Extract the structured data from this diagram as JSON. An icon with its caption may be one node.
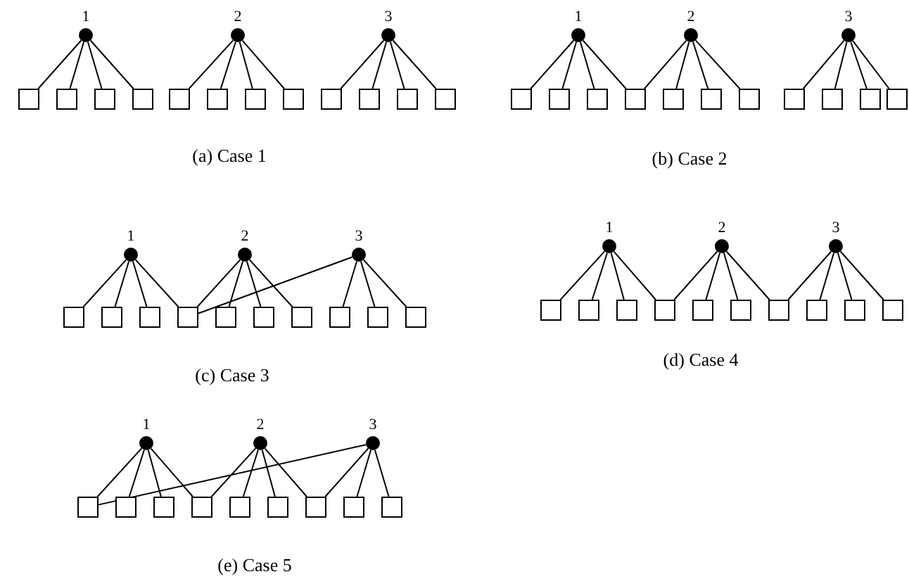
{
  "diagram": {
    "nodes": [
      {
        "text": [],
        "shape": "circle",
        "beside": [
          "1"
        ]
      },
      {
        "text": [],
        "shape": "circle",
        "beside": [
          "2"
        ]
      },
      {
        "text": [],
        "shape": "circle",
        "beside": [
          "3"
        ]
      },
      {
        "text": [],
        "shape": "box"
      },
      {
        "text": [],
        "shape": "box"
      },
      {
        "text": [],
        "shape": "box"
      },
      {
        "text": [],
        "shape": "box"
      },
      {
        "text": [],
        "shape": "box"
      },
      {
        "text": [],
        "shape": "box"
      },
      {
        "text": [],
        "shape": "box"
      },
      {
        "text": [],
        "shape": "box"
      },
      {
        "text": [],
        "shape": "box"
      },
      {
        "text": [],
        "shape": "box"
      },
      {
        "text": [],
        "shape": "box"
      },
      {
        "text": [],
        "shape": "box"
      },
      {
        "text": [],
        "shape": "circle",
        "beside": [
          "1"
        ]
      },
      {
        "text": [],
        "shape": "circle",
        "beside": [
          "2"
        ]
      },
      {
        "text": [],
        "shape": "circle",
        "beside": [
          "3"
        ]
      },
      {
        "text": [],
        "shape": "box"
      },
      {
        "text": [],
        "shape": "box"
      },
      {
        "text": [],
        "shape": "box"
      },
      {
        "text": [],
        "shape": "box"
      },
      {
        "text": [],
        "shape": "box"
      },
      {
        "text": [],
        "shape": "box"
      },
      {
        "text": [],
        "shape": "box"
      },
      {
        "text": [],
        "shape": "box"
      },
      {
        "text": [],
        "shape": "box"
      },
      {
        "text": [],
        "shape": "box"
      },
      {
        "text": [],
        "shape": "box"
      },
      {
        "text": [],
        "shape": "circle",
        "beside": [
          "1"
        ]
      },
      {
        "text": [],
        "shape": "circle",
        "beside": [
          "2"
        ]
      },
      {
        "text": [],
        "shape": "circle",
        "beside": [
          "3"
        ]
      },
      {
        "text": [],
        "shape": "box"
      },
      {
        "text": [],
        "shape": "box"
      },
      {
        "text": [],
        "shape": "box"
      },
      {
        "text": [],
        "shape": "box"
      },
      {
        "text": [],
        "shape": "box"
      },
      {
        "text": [],
        "shape": "box"
      },
      {
        "text": [],
        "shape": "box"
      },
      {
        "text": [],
        "shape": "box"
      },
      {
        "text": [],
        "shape": "box"
      },
      {
        "text": [],
        "shape": "box"
      },
      {
        "text": [],
        "shape": "circle",
        "beside": [
          "1"
        ]
      },
      {
        "text": [],
        "shape": "circle",
        "beside": [
          "2"
        ]
      },
      {
        "text": [],
        "shape": "circle",
        "beside": [
          "3"
        ]
      },
      {
        "text": [],
        "shape": "box"
      },
      {
        "text": [],
        "shape": "box"
      },
      {
        "text": [],
        "shape": "box"
      },
      {
        "text": [],
        "shape": "box"
      },
      {
        "text": [],
        "shape": "box"
      },
      {
        "text": [],
        "shape": "box"
      },
      {
        "text": [],
        "shape": "box"
      },
      {
        "text": [],
        "shape": "box"
      },
      {
        "text": [],
        "shape": "box"
      },
      {
        "text": [],
        "shape": "box"
      },
      {
        "text": [],
        "shape": "circle",
        "beside": [
          "1"
        ]
      },
      {
        "text": [],
        "shape": "circle",
        "beside": [
          "2"
        ]
      },
      {
        "text": [],
        "shape": "circle",
        "beside": [
          "3"
        ]
      },
      {
        "text": [],
        "shape": "box"
      },
      {
        "text": [],
        "shape": "box"
      },
      {
        "text": [],
        "shape": "box"
      },
      {
        "text": [],
        "shape": "box"
      },
      {
        "text": [],
        "shape": "box"
      },
      {
        "text": [],
        "shape": "box"
      },
      {
        "text": [],
        "shape": "box"
      },
      {
        "text": [],
        "shape": "box"
      },
      {
        "text": [],
        "shape": "box"
      }
    ],
    "edges": [
      {
        "from": 0,
        "to": 3,
        "arrow": "none"
      },
      {
        "from": 0,
        "to": 4,
        "arrow": "none"
      },
      {
        "from": 0,
        "to": 5,
        "arrow": "none"
      },
      {
        "from": 0,
        "to": 6,
        "arrow": "none"
      },
      {
        "from": 1,
        "to": 7,
        "arrow": "none"
      },
      {
        "from": 1,
        "to": 8,
        "arrow": "none"
      },
      {
        "from": 1,
        "to": 9,
        "arrow": "none"
      },
      {
        "from": 1,
        "to": 10,
        "arrow": "none"
      },
      {
        "from": 2,
        "to": 11,
        "arrow": "none"
      },
      {
        "from": 2,
        "to": 12,
        "arrow": "none"
      },
      {
        "from": 2,
        "to": 13,
        "arrow": "none"
      },
      {
        "from": 2,
        "to": 14,
        "arrow": "none"
      },
      {
        "from": 15,
        "to": 18,
        "arrow": "none"
      },
      {
        "from": 15,
        "to": 19,
        "arrow": "none"
      },
      {
        "from": 15,
        "to": 20,
        "arrow": "none"
      },
      {
        "from": 15,
        "to": 21,
        "arrow": "none"
      },
      {
        "from": 16,
        "to": 21,
        "arrow": "none"
      },
      {
        "from": 16,
        "to": 22,
        "arrow": "none"
      },
      {
        "from": 16,
        "to": 23,
        "arrow": "none"
      },
      {
        "from": 16,
        "to": 24,
        "arrow": "none"
      },
      {
        "from": 17,
        "to": 25,
        "arrow": "none"
      },
      {
        "from": 17,
        "to": 26,
        "arrow": "none"
      },
      {
        "from": 17,
        "to": 27,
        "arrow": "none"
      },
      {
        "from": 17,
        "to": 28,
        "arrow": "none"
      },
      {
        "from": 29,
        "to": 32,
        "arrow": "none"
      },
      {
        "from": 29,
        "to": 33,
        "arrow": "none"
      },
      {
        "from": 29,
        "to": 34,
        "arrow": "none"
      },
      {
        "from": 29,
        "to": 35,
        "arrow": "none"
      },
      {
        "from": 30,
        "to": 35,
        "arrow": "none"
      },
      {
        "from": 30,
        "to": 36,
        "arrow": "none"
      },
      {
        "from": 30,
        "to": 37,
        "arrow": "none"
      },
      {
        "from": 30,
        "to": 38,
        "arrow": "none"
      },
      {
        "from": 31,
        "to": 35,
        "arrow": "none"
      },
      {
        "from": 31,
        "to": 39,
        "arrow": "none"
      },
      {
        "from": 31,
        "to": 40,
        "arrow": "none"
      },
      {
        "from": 31,
        "to": 41,
        "arrow": "none"
      },
      {
        "from": 42,
        "to": 45,
        "arrow": "none"
      },
      {
        "from": 42,
        "to": 46,
        "arrow": "none"
      },
      {
        "from": 42,
        "to": 47,
        "arrow": "none"
      },
      {
        "from": 42,
        "to": 48,
        "arrow": "none"
      },
      {
        "from": 43,
        "to": 48,
        "arrow": "none"
      },
      {
        "from": 43,
        "to": 49,
        "arrow": "none"
      },
      {
        "from": 43,
        "to": 50,
        "arrow": "none"
      },
      {
        "from": 43,
        "to": 51,
        "arrow": "none"
      },
      {
        "from": 44,
        "to": 51,
        "arrow": "none"
      },
      {
        "from": 44,
        "to": 52,
        "arrow": "none"
      },
      {
        "from": 44,
        "to": 53,
        "arrow": "none"
      },
      {
        "from": 44,
        "to": 54,
        "arrow": "none"
      },
      {
        "from": 55,
        "to": 58,
        "arrow": "none"
      },
      {
        "from": 55,
        "to": 59,
        "arrow": "none"
      },
      {
        "from": 55,
        "to": 60,
        "arrow": "none"
      },
      {
        "from": 55,
        "to": 61,
        "arrow": "none"
      },
      {
        "from": 56,
        "to": 61,
        "arrow": "none"
      },
      {
        "from": 56,
        "to": 62,
        "arrow": "none"
      },
      {
        "from": 56,
        "to": 63,
        "arrow": "none"
      },
      {
        "from": 56,
        "to": 64,
        "arrow": "none"
      },
      {
        "from": 57,
        "to": 64,
        "arrow": "none"
      },
      {
        "from": 57,
        "to": 65,
        "arrow": "none"
      },
      {
        "from": 57,
        "to": 66,
        "arrow": "none"
      },
      {
        "from": 57,
        "to": 58,
        "arrow": "none"
      }
    ],
    "labels": [
      "(a) Case 1",
      "(b) Case 2",
      "(c) Case 3",
      "(d) Case 4",
      "(e) Case 5"
    ]
  }
}
